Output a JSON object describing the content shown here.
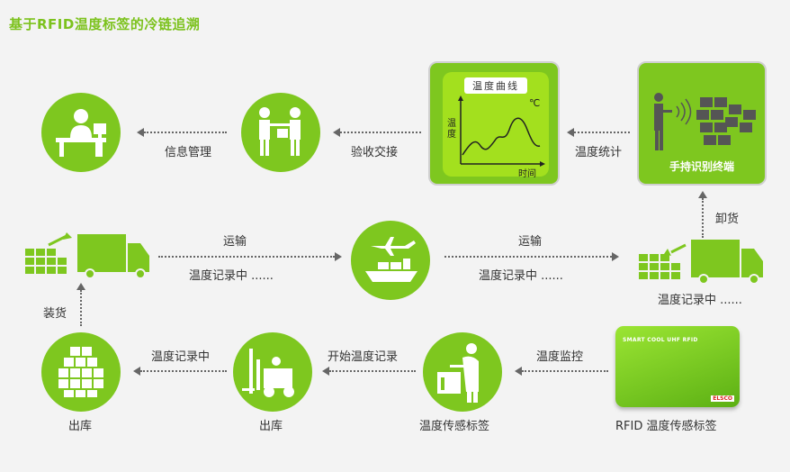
{
  "title": "基于RFID温度标签的冷链追溯",
  "labels": {
    "info_mgmt": "信息管理",
    "inspect_handover": "验收交接",
    "temp_stats": "温度统计",
    "handheld": "手持识别终端",
    "unload": "卸货",
    "transport1": "运输",
    "transport2": "运输",
    "temp_record1": "温度记录中 ......",
    "temp_record2": "温度记录中 ......",
    "temp_record3": "温度记录中 ......",
    "load": "装货",
    "temp_record_left": "温度记录中",
    "start_record": "开始温度记录",
    "temp_monitor": "温度监控",
    "out1": "出库",
    "out2": "出库",
    "temp_tag": "温度传感标签",
    "rfid_tag": "RFID 温度传感标签"
  },
  "chart_panel": {
    "title": "温度曲线",
    "unit": "℃",
    "y_label": "温度",
    "x_label": "时间"
  },
  "card": {
    "brand": "SMART COOL UHF RFID",
    "maker": "ELSCO"
  },
  "colors": {
    "green": "#7ec71f",
    "title_green": "#7cc21d",
    "bg": "#f3f3f3",
    "icon_white": "#ffffff"
  }
}
